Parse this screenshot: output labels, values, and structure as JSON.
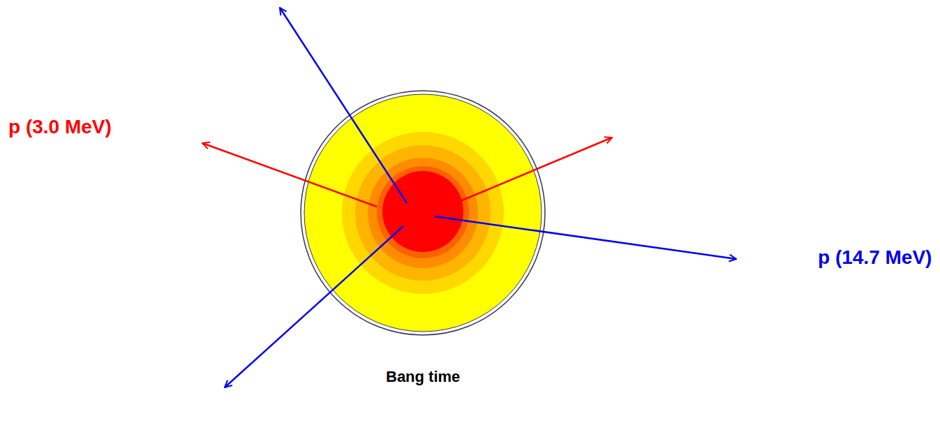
{
  "diagram": {
    "labels": [
      "p (3.0 MeV)",
      "p (14.7 MeV)",
      "Bang time"
    ]
  }
}
